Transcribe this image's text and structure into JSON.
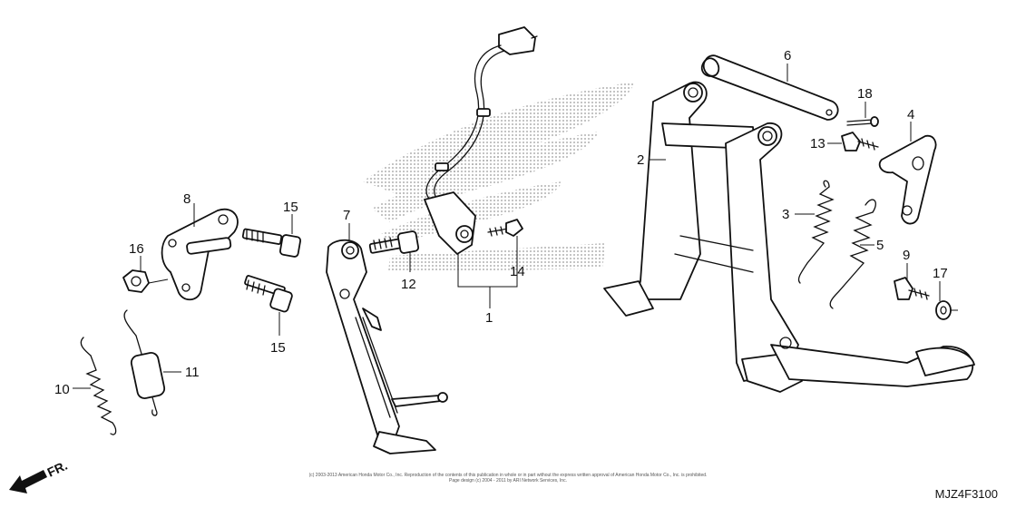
{
  "callouts": [
    {
      "id": "1",
      "label": "1"
    },
    {
      "id": "2",
      "label": "2"
    },
    {
      "id": "3",
      "label": "3"
    },
    {
      "id": "4",
      "label": "4"
    },
    {
      "id": "5",
      "label": "5"
    },
    {
      "id": "6",
      "label": "6"
    },
    {
      "id": "7",
      "label": "7"
    },
    {
      "id": "8",
      "label": "8"
    },
    {
      "id": "9",
      "label": "9"
    },
    {
      "id": "10",
      "label": "10"
    },
    {
      "id": "11",
      "label": "11"
    },
    {
      "id": "12",
      "label": "12"
    },
    {
      "id": "13",
      "label": "13"
    },
    {
      "id": "14",
      "label": "14"
    },
    {
      "id": "15a",
      "label": "15"
    },
    {
      "id": "15b",
      "label": "15"
    },
    {
      "id": "16",
      "label": "16"
    },
    {
      "id": "17",
      "label": "17"
    },
    {
      "id": "18",
      "label": "18"
    }
  ],
  "direction_label": "FR.",
  "copyright_line1": "(c) 2003-2013 American Honda Motor Co., Inc. Reproduction of the contents of this publication in whole or in part without the express written approval of American Honda Motor Co., Inc. is prohibited.",
  "copyright_line2": "Page design (c) 2004 - 2011 by ARI Network Services, Inc.",
  "diagram_code": "MJZ4F3100"
}
